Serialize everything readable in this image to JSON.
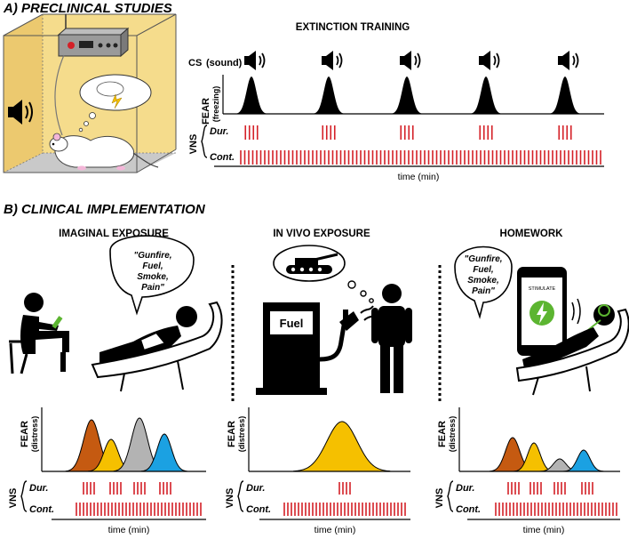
{
  "sections": {
    "a_title": "A) PRECLINICAL STUDIES",
    "b_title": "B) CLINICAL IMPLEMENTATION"
  },
  "preclinical": {
    "header": "EXTINCTION TRAINING",
    "cs_label": "CS",
    "cs_sub": "(sound)",
    "fear_label": "FEAR",
    "fear_sub": "(freezing)",
    "vns_label": "VNS",
    "dur_label": "Dur.",
    "cont_label": "Cont.",
    "time_label": "time (min)"
  },
  "clinical": {
    "panels": [
      {
        "header": "IMAGINAL EXPOSURE",
        "fear_label": "FEAR",
        "fear_sub": "(distress)",
        "vns_label": "VNS",
        "dur_label": "Dur.",
        "cont_label": "Cont.",
        "time_label": "time (min)"
      },
      {
        "header": "IN VIVO EXPOSURE",
        "fear_label": "FEAR",
        "fear_sub": "(distress)",
        "vns_label": "VNS",
        "dur_label": "Dur.",
        "cont_label": "Cont.",
        "time_label": "time (min)"
      },
      {
        "header": "HOMEWORK",
        "fear_label": "FEAR",
        "fear_sub": "(distress)",
        "vns_label": "VNS",
        "dur_label": "Dur.",
        "cont_label": "Cont.",
        "time_label": "time (min)"
      }
    ],
    "imaginal_quote": [
      "\"Gunfire,",
      "Fuel,",
      "Smoke,",
      "Pain\""
    ],
    "homework_quote": [
      "\"Gunfire,",
      "Fuel,",
      "Smoke,",
      "Pain\""
    ],
    "fuel_sign": "Fuel",
    "phone_text": "STIMULATE"
  },
  "colors": {
    "vns_red": "#d42027",
    "box_yellow": "#f5dc8c",
    "peak_brown": "#c55a11",
    "peak_yellow": "#f5c000",
    "peak_gray": "#b3b3b3",
    "peak_blue": "#1ba1e2",
    "bolt_green": "#5cb531"
  }
}
